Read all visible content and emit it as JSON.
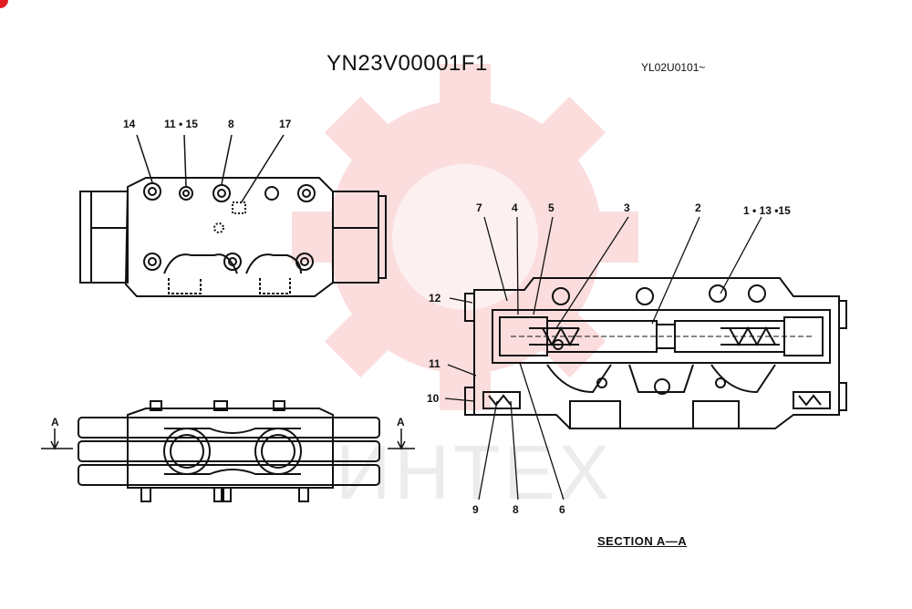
{
  "header": {
    "title": "YN23V00001F1",
    "serial": "YL02U0101~"
  },
  "section_label": "SECTION A—A",
  "views": {
    "top_view": {
      "callouts": [
        "14",
        "11 • 15",
        "8",
        "17"
      ]
    },
    "front_view": {
      "cut_markers": [
        "A",
        "A"
      ]
    },
    "section_view": {
      "callouts": {
        "c7": "7",
        "c4": "4",
        "c5": "5",
        "c3": "3",
        "c2": "2",
        "c1": "1 • 13 •15",
        "c12": "12",
        "c11": "11",
        "c10": "10",
        "c9": "9",
        "c8": "8",
        "c6": "6"
      }
    }
  },
  "watermark": {
    "logo": "gear-logo",
    "text": "ИНТЕХ",
    "color": "#e8323b"
  },
  "colors": {
    "line": "#111111",
    "badge": "#e31b23"
  }
}
